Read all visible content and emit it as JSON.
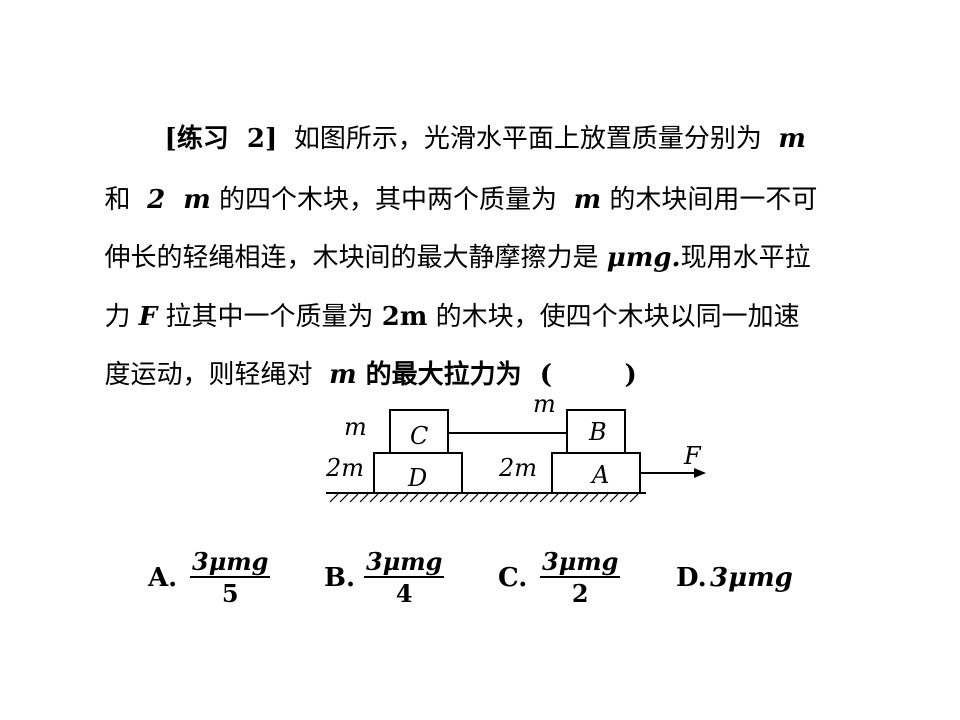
{
  "question": {
    "tag": "[练习  2]",
    "line1_text": "  如图所示，光滑水平面上放置质量分别为  ",
    "line1_m": "m",
    "line2_pre": "和  ",
    "line2_2m": "2  m",
    "line2_mid": " 的四个木块，其中两个质量为  ",
    "line2_m": "m",
    "line2_post": " 的木块间用一不可",
    "line3_text": "伸长的轻绳相连，木块间的最大静摩擦力是 ",
    "line3_expr": "μmg.",
    "line3_post": "现用水平拉",
    "line4_pre": "力 ",
    "line4_F": "F",
    "line4_mid": " 拉其中一个质量为 ",
    "line4_2m": "2m",
    "line4_post": " 的木块，使四个木块以同一加速",
    "line5_pre": "度运动，则轻绳对  ",
    "line5_m": "m",
    "line5_post": " 的最大拉力为  (        )"
  },
  "diagram": {
    "label_m_C": "m",
    "label_m_B": "m",
    "label_2m_D": "2m",
    "label_2m_A": "2m",
    "block_C": "C",
    "block_B": "B",
    "block_D": "D",
    "block_A": "A",
    "force": "F"
  },
  "options": [
    {
      "letter": "A.",
      "numerator": "3μmg",
      "denominator": "5"
    },
    {
      "letter": "B.",
      "numerator": "3μmg",
      "denominator": "4"
    },
    {
      "letter": "C.",
      "numerator": "3μmg",
      "denominator": "2"
    },
    {
      "letter": "D.",
      "value": "3μmg"
    }
  ]
}
